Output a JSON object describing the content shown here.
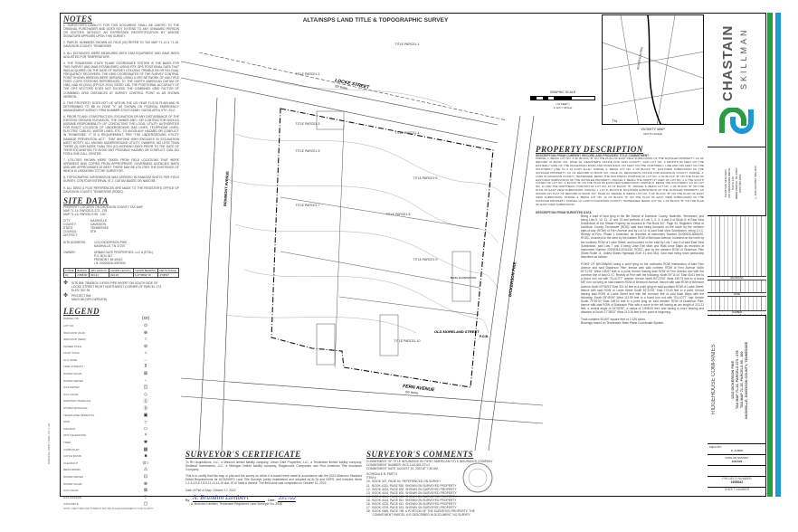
{
  "title": "ALTA/NSPS LAND TITLE & TOPOGRAPHIC SURVEY",
  "notes": {
    "heading": "NOTES",
    "items": [
      "1. SURVEYOR'S LIABILITY FOR THIS DOCUMENT SHALL BE LIMITED TO THE ORIGINAL PURCHASER AND DOES NOT EXTEND TO ANY UNNAMED PERSON OR ENTITIES WITHOUT AN EXPRESSED RECERTIFICATION BY WHOSE SIGNATURE APPEARS UPON THIS SURVEY.",
      "2. PARCEL NUMBERS SHOWN AS THUS (00) REFER TO TAX MAP 71-14 & 71-15, DAVIDSON COUNTY, TENNESSEE.",
      "3. ALL DISTANCES WERE MEASURED WITH EDM EQUIPMENT AND HAVE BEEN ADJUSTED FOR TEMPERATURE.",
      "4. THE TENNESSEE STATE PLANE COORDINATE SYSTEM IS THE BASIS FOR THIS SURVEY AND WAS ESTABLISHED USING RTK GPS POSITIONAL DATA THAT WAS ACQUIRED ON THE DATE OF SURVEY UTILIZING TRIMBLE R8 OR R10 DUAL FREQUENCY RECEIVERS. THE GRID COORDINATES OF THE SURVEY CONTROL POINT SHOWN HEREON WERE DERIVED USING A VRS NETWORK OF MULTIPLE FIXED CORS STATIONS REFERENCED TO THE NORTH AMERICAN DATUM OF 1983, NAD 83 (2011) (EPOCH 2010) GEOID 12B. THE POSITIONAL ACCURACY OF THE GPS VECTORS DOES NOT EXCEED THE COMBINED GRID FACTOR OF COMBINED GRID DISTANCES AT SURVEY CONTROL POINT #1 AS SHOWN HEREON.",
      "5. THIS PROPERTY DOES NOT LIE WITHIN THE 100 YEAR FLOOD PLAIN AND IS DETERMINED TO BE IN ZONE \"X\" AS SHOWN ON FEDERAL EMERGENCY MANAGEMENT AGENCY FIRM NUMBER 47037C0238H, DATED APRIL 5TH, 2017.",
      "6. PRIOR TO ANY CONSTRUCTION, EXCAVATION OR ANY DISTURBANCE OF THE EXISTING GROUND ELEVATION, THE OWNER AND / OR CONTRACTOR SHOULD ASSUME RESPONSIBILITY OF CONTACTING THE LOCAL UTILITY AUTHORITIES FOR EXACT LOCATION OF UNDERGROUND GAS LINES, TELEPHONE LINES, ELECTRIC CABLES, WATER LINES, ETC. TO AVOID ANY HAZARD OR CONFLICT. IN TENNESSEE, IT IS A REQUIREMENT, PER \"THE UNDERGROUND UTILITY DAMAGE PREVENTION ACT\", THAT ANYONE WHO ENGAGES IN EXCAVATION MUST NOTIFY ALL KNOWN UNDERGROUND UTILITY OWNERS, NO LESS THAN THREE (3) NOR MORE THAN TEN (10) WORKING DAYS PRIOR TO THE DATE OF THEIR EXCAVATION TO AVOID ANY POSSIBLE HAZARD OR CONFLICT. DIAL 811 FOR A ONE-CALL CENTER.",
      "7. UTILITIES SHOWN WERE TAKEN FROM FIELD LOCATIONS THAT WERE APPARENT AND COPIED FROM APPROPRIATE GOVERNING AGENCIES MAPS AND ARE APPROXIMATE AT BEST. THERE MAY BE UTILITIES THE EXISTENCE OF WHICH IS UNKNOWN TO THE SURVEYOR.",
      "8. TOPOGRAPHIC INFORMATION WAS DERIVED IN RANDOM SHOTS PER FIELD SURVEY. CONTOUR INTERVAL IS 1'. DATUM BASED ON NAVD 88.",
      "9. ALL DEED & PLAT REFERENCES ARE MADE TO THE REGISTER'S OFFICE OF DAVIDSON COUNTY, TENNESSEE (RODC)."
    ]
  },
  "site_data": {
    "heading": "SITE DATA",
    "intro": [
      "PROPERTY LOCATED ON DAVIDSON COUNTY TAX MAP",
      "MAP 71-14, PARCELS 273 - 278",
      "MAP 71-15, PARCELS 95 - 100"
    ],
    "fields": [
      {
        "k": "CITY:",
        "v": "NASHVILLE"
      },
      {
        "k": "COUNTY:",
        "v": "DAVIDSON"
      },
      {
        "k": "STATE:",
        "v": "TENNESSEE"
      },
      {
        "k": "COUNCIL DISTRICT:",
        "v": "5TH"
      }
    ],
    "site_address": {
      "k": "SITE ADDRESS:",
      "v": [
        "1212 DICKERSON PIKE",
        "NASHVILLE, TN 37207"
      ]
    },
    "owner": {
      "k": "OWNER:",
      "v": [
        "URBAN GATE PROPERTIES, LLC & (ETAL)",
        "P.O. BOX 617",
        "FREMONT, MI 49412",
        "I.N. 20200828-0097634"
      ]
    },
    "curve_table": {
      "headers": [
        "CURVE",
        "RADIUS",
        "ARC LENGTH",
        "CHORD LENGTH",
        "CHORD BEARING",
        "DELTA ANGLE"
      ],
      "rows": [
        [
          "C1",
          "2,898.00'",
          "213.21'",
          "213.16'",
          "S 17°38'02\" W",
          "4°08'54\""
        ]
      ]
    },
    "benchmarks": [
      [
        "SITE BM: TBM/BOX 4 IRON PIPE INVERT ON SOUTH SIDE OF",
        "LOCKE STREET RIGHT NORTHWEST CORNER OF PARCEL 273",
        "ELEV: 507.25"
      ],
      [
        "PROJECT BM:",
        "NAVD 88 (GPS DERIVED)"
      ]
    ]
  },
  "legend": {
    "heading": "LEGEND",
    "items": [
      {
        "label": "PARCEL NO.",
        "sym": "(xx)"
      },
      {
        "label": "LOT NO.",
        "sym": "⊙"
      },
      {
        "label": "IRON ROD (OLD)",
        "sym": "⊕"
      },
      {
        "label": "IRON ROD (NEW)",
        "sym": "○"
      },
      {
        "label": "POWER POLE",
        "sym": "⊘"
      },
      {
        "label": "LIGHT POLE",
        "sym": "☼"
      },
      {
        "label": "GUY WIRE",
        "sym": "←"
      },
      {
        "label": "FIRE HYDRANT",
        "sym": "⊼"
      },
      {
        "label": "WATER VALVE",
        "sym": "⊠"
      },
      {
        "label": "WATER METER",
        "sym": "▫"
      },
      {
        "label": "GAS METER",
        "sym": "◫"
      },
      {
        "label": "GAS VALVE",
        "sym": "◇"
      },
      {
        "label": "SANITARY MANHOLE",
        "sym": "Ⓢ"
      },
      {
        "label": "STORM MANHOLE",
        "sym": "Ⓓ"
      },
      {
        "label": "TELEPHONE PEDESTAL",
        "sym": "▣"
      },
      {
        "label": "SIGN",
        "sym": "┬"
      },
      {
        "label": "MAILBOX",
        "sym": "▭"
      },
      {
        "label": "SPOT ELEVATION",
        "sym": "×"
      },
      {
        "label": "TREE",
        "sym": "✱"
      },
      {
        "label": "CURB INLET",
        "sym": "▦"
      },
      {
        "label": "CATCH BASIN",
        "sym": "■"
      },
      {
        "label": "CLEANOUT",
        "sym": "⊙○"
      },
      {
        "label": "BENCHMARK",
        "sym": "⚠"
      },
      {
        "label": "WATER METER",
        "sym": "⊡"
      },
      {
        "label": "WATER VALVE",
        "sym": "⊗"
      },
      {
        "label": "GAS VALVE",
        "sym": "⊠"
      },
      {
        "label": "GAS MARKER",
        "sym": "▽"
      },
      {
        "label": "CONCRETE",
        "sym": "▢"
      }
    ],
    "footnote": "NOTE: LINETYPES AND SYMBOLS MAY BE SCALED DIFFERENTLY FOR CLARITY"
  },
  "certificate": {
    "heading": "SURVEYOR'S CERTIFICATE",
    "p1": "To RH Acquisitions, LLC, a Missouri limited liability company, Urban Gate Properties, LLC, a Tennessee limited liability company, Sedlbeat Investments, LLC, a Michigan limited liability company, Ridgehouse Companies and First American Title Insurance Company:",
    "p2": "This is to certify that this map or plat and the survey on which it is based were made in accordance with the 2021 Minimum Standard Detail Requirements for ALTA/NSPS Land Title Surveys, jointly established and adopted by ALTA and NSPS, and includes Items 1,2,3,4,5,6,7,8,9,11,13,14,16 and 19 of Table A thereof. The field work was completed on October 10, 2022.",
    "date_line": "Date of Plat or Map: October 17, 2022",
    "by": "By:",
    "signature": "A. Brandon Lambert",
    "date_label": "Date:",
    "date_value": "10/17/22",
    "surveyor": "A. Brandon Lambert, Tennessee Registered Land Surveyor No. 2838"
  },
  "comments": {
    "heading": "SURVEYOR'S COMMENTS",
    "lines": [
      "COMMITMENT OF TITLE INSURANCE BY FIRST AMERICAN TITLE INSURANCE COMPANY",
      "COMMITMENT NUMBER: NCS-1141493-STLO",
      "COMMITMENT DATE: AUGUST 19, 2022 AT 7:30 AM"
    ],
    "schedule_heading": "SCHEDULE B, PART II",
    "schedule_sub": "ITEM #",
    "items": [
      "10.  BOOK 347, PAGE 94  REFERENCED ON SURVEY",
      "11.  BOOK 4131, PAGE 830  SHOWN ON SURVEYED PROPERTY",
      "12.  BOOK 4131, PAGE 832  SHOWN ON SURVEYED PROPERTY",
      "13.  BOOK 4144, PAGE 801  SHOWN ON SURVEYED PROPERTY",
      "14.  BOOK 4144, PAGE 805  SHOWN ON SURVEYED PROPERTY",
      "15.  BOOK 4144, PAGE 811  SHOWN ON SURVEYED PROPERTY",
      "16.  BOOK 4376, PAGE 911  SHOWN ON SURVEYED PROPERTY",
      "17.  BOOK 4376, PAGE 913  SHOWN ON SURVEYED PROPERTY",
      "18.  BOOK 4466, PAGE 765  A PORTION OF THE SURVEYED PROPERTY. THE",
      "       COMMITMENT PARCEL 6 IS DESCRIBED IN DOCUMENT, NO SURVEY"
    ]
  },
  "property_description": {
    "heading": "PROPERTY DESCRIPTION",
    "current": "DESCRIPTION FROM CURRENT RECORD AND PROVIDED TITLE COMMITMENT",
    "parcels": "PARCEL 1: BEING LOT NO. 3 OF BLOCK \"B\" ON THE PLAN OF EAST VIEW SUBDIVISION OF THE SCHOLER PROPERTY, AS OF RECORD IN BOOK 347, PAGE 94, REGISTER'S OFFICE FOR SAID COUNTY. SAID LOT NO. 3 FRONTS 50 FEET ON THE EASTERLY SIDE OF THE DICKERSON ROAD AND RUNS BACK 167 FEET ON THE NORTHERLY LINE AND 165 FEET ON THE SOUTHERLY LINE TO A 10 FOOT ALLEY. PARCEL 2: BEING LOT NO. 4 OF BLOCK \"B\", EASTVIEW SUBDIVISION OF THE SCHOLER PROPERTY, AS OF RECORD IN BOOK 347, PAGE 94, REGISTER'S OFFICE FOR DAVIDSON COUNTY. PARCEL 3: LAND IN DAVIDSON COUNTY, TENNESSEE, BEING THE SOUTHERLY PORTION OF LOT NO. 2 OF BLOCK \"B\" ON THE PLAN OF EASTVIEW SUBDIVISION OF THE SCHOLER PROPERTY. PARCEL 4: BEING THE NORTH 37 FEET OF LOT NO. 2 & THE SOUTH 13 FEET OF LOT NO. 1, BLOCK \"B\" ON THE PLAN OF EASTVIEW SUBDIVISION. PARCEL 5: BEING THE SOUTHERLY 1/2 OF LOT NO. 11 AND THE NORTHERLY PORTION OF LOT NO. 10 OF BLOCK \"B\". PARCEL 6: BEING LOT NO. 4 OF BLOCK \"B\" ON THE PLAN OF EAST VIEW SUBDIVISION. PARCEL 7: LOT 9, BLOCK B, EASTVIEW SUBDIVISION OF THE SCHOLER PROPERTY, AS SHOWN ON PLAT OF RECORD IN BOOK 347, PAGE 94. PARCEL 8: BEING LOT NO. 5 OF BLOCK \"B\" ON THE PLAN OF EAST VIEW SUBDIVISION. PARCEL 9: BEING LOT NO. 12 OF BLOCK \"B\" ON THE PLAN OF EAST VIEW SUBDIVISION OF THE SCHOLER PROPERTY. PARCEL 10: LAND IN DAVIDSON COUNTY, TENNESSEE, BEING LOT NO. 1 OF BLOCK \"B\" ON THE PLAN OF EAST VIEW SUBDIVISION.",
    "prepared_heading": "DESCRIPTION FROM SURVEYED DATA",
    "surveyed": "Being a tract of land lying in the 5th District of Davidson County, Nashville, Tennessee, and being Lots 9, 10, 11, 12 and 13 and portions of Lots 1, 2, 3, 4 and 5 of Block B of East View Subdivision of the Shwab Property as recorded in Plat Book 347, Page 94, Register's Office of Davidson County, Tennessee (ROD); said tract being bounded on the south by the northern right-of-way (ROW) of Fern Avenue and by Lot 14 of said East View Subdivision, being O.I.C. Revisty at Fern, Phase 1 Amended, as recorded at Instrument Number 20200626-0068190, RODC, bounded on the west by the eastern ROW of Brinmont Avenue, bounded on the north by the southern ROW of Locke Street, and bounded on the east by Lots 7 and 6 of said East View Subdivision, said Lots 7 and 6 being Unse Fari Main and Rafa Unse Maps as recorded at Instrument Number 20200316-0031616, RODC, and by the western ROW of Dickerson Pike (State Route 11, United States Highways 31W, 41 and 431). Said tract being more particularly described as follows:",
    "pob": "POINT OF BEGINNING being a point lying on the northwest ROW intersection of said Fern Avenue and said Dickerson Pike; thence with said northern ROW of Fern Avenue North 82°11'03\" West 135.67 feet to a point; thence leaving said ROW of Fern Avenue and with the common line of said O.I.C. Revisty at Fern with the following: North 09°11'44\" East 40.61 feet to a found iron rod with \"ELLIOTT\" washer; thence North 80°22'54\" West 150.74 feet to a found 5/8\" iron rod lying on said eastern ROW of Brinmont Avenue; thence with said ROW of Brinmont Avenue North 09°06'53\" East 321.44 feet to a point lying on said southern ROW of Locke Street; thence with said ROW of Locke Street South 81°23'52\" East 173.49 feet to a point; thence leaving said ROW of Locke Street and with the common line of said Main Maps with the following: South 09°45'49\" West 113.59 feet to a found iron rod with \"ELLIOTT\" cap; thence South 79°26'00\" East 169.52 feet to a point lying on said western ROW of Dickerson Pike; thence with said ROW of Dickerson Pike with a curve to the left having an arc length of 213.21 feet, a central angle of 04°08'54\", a radius of 2,898.00 feet, and having a chord bearing and distance of South 17°38'02\" West 213.16 feet to the point of beginning.",
    "area": "Tract contains 92,607 square feet or 2.126 acres.",
    "bearings": "Bearings based on Tennessee State Plane Coordinate System."
  },
  "graphic_scale": {
    "title": "GRAPHIC SCALE",
    "ticks": [
      "30",
      "0",
      "15",
      "30",
      "60",
      "120"
    ],
    "unit": "( IN FEET )",
    "ratio": "1 inch = 30 feet"
  },
  "vicinity_map": {
    "title": "VICINITY MAP",
    "subtitle": "NOT TO SCALE",
    "north": "N",
    "road": "DICKERSON PIKE"
  },
  "map_labels": {
    "locke": "LOCKE STREET",
    "locke_row": "(50' ROW)",
    "fern": "FERN AVENUE",
    "fern_row": "(50' ROW)",
    "dickerson": "DICKERSON PIKE",
    "brinmont": "BRINMONT AVENUE",
    "pob": "P.O.B.",
    "mapnote": "OLD MORELAND STREET",
    "parcels": [
      "TITLE PARCEL 1",
      "TITLE PARCEL 2",
      "TITLE PARCEL 3",
      "TITLE PARCEL 4",
      "TITLE PARCEL 5",
      "TITLE PARCEL 6",
      "TITLE PARCEL 7",
      "TITLE PARCEL 8",
      "TITLE PARCEL 9",
      "TITLE PARCEL 10"
    ],
    "building": "BLDG FOUNDATION"
  },
  "title_block": {
    "brand_top": "CHASTAIN",
    "brand_bottom": "SKILLMAN",
    "brand_colors": {
      "green": "#2a9a45",
      "blue": "#1b9ad6"
    },
    "address": [
      "CHASTAIN SKILLMAN",
      "210 CREEKSIDE DRIVE",
      "SUITE 210",
      "BRENTWOOD, TN 37027",
      "(615) 846-1862"
    ],
    "copyright": "© 2022 CHASTAIN SKILLMAN",
    "revisions_label": "REVISIONS",
    "date_label": "DATE",
    "number_label": "NUMBER",
    "project": [
      "RIDGEHOUSE COMPANIES",
      "1212 DICKERSON PIKE",
      "TAX MAP 71-14, PARCELS 273 - 278",
      "TAX MAP 71-15, PARCELS 95 - 100",
      "NASHVILLE, DAVIDSON COUNTY, TENNESSEE"
    ],
    "field_by_label": "FIELD BY:",
    "field_by": "R. ALBER",
    "date_of_survey_label": "DATE OF SURVEY",
    "date_of_survey": "10/17/22",
    "project_number_label": "PROJECT NUMBER",
    "project_number": "1605042",
    "sheet_number_label": "SHEET NUMBER"
  },
  "side_note": "ORIGINAL PRINT SIZE: 24\" X 36\""
}
